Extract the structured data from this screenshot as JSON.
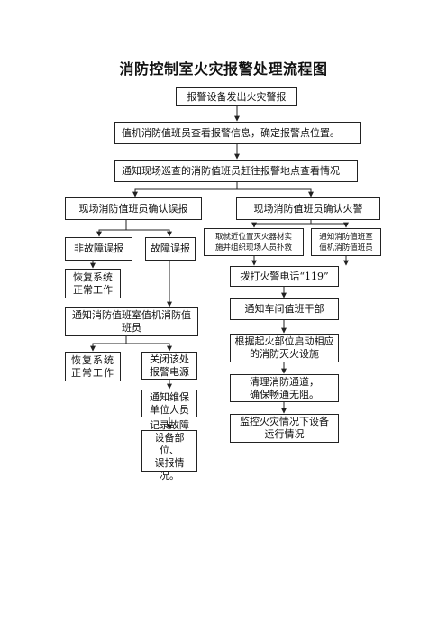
{
  "title": "消防控制室火灾报警处理流程图",
  "nodes": {
    "alarm": "报警设备发出火灾警报",
    "check": "值机消防值班员查看报警信息，确定报警点位置。",
    "notify_patrol": "通知现场巡查的消防值班员赶往报警地点查看情况",
    "false_alarm": "现场消防值班员确认误报",
    "fire_confirm": "现场消防值班员确认火警",
    "non_fault": "非故障误报",
    "fault": "故障误报",
    "restore_1": "恢复系统\n正常工作",
    "notify_control": "通知消防值班室值机消防值\n班员",
    "restore_2": "恢复系统\n正常工作",
    "close_power": "关闭该处\n报警电源",
    "notify_maint": "通知维保\n单位人员",
    "record": "记录故障\n设备部位、\n误报情况。",
    "extinguisher": "取就近位置灭火器材实\n施并组织现场人员扑救",
    "notify_room": "通知消防值班室\n值机消防值班员",
    "call_119": "拨打火警电话“119”",
    "notify_cadre": "通知车间值班干部",
    "start_fac": "根据起火部位启动相应\n的消防灭火设施",
    "clear_path": "清理消防通道，\n确保畅通无阻。",
    "monitor": "监控火灾情况下设备\n运行情况"
  },
  "colors": {
    "line": "#222222",
    "box_border": "#222222"
  }
}
